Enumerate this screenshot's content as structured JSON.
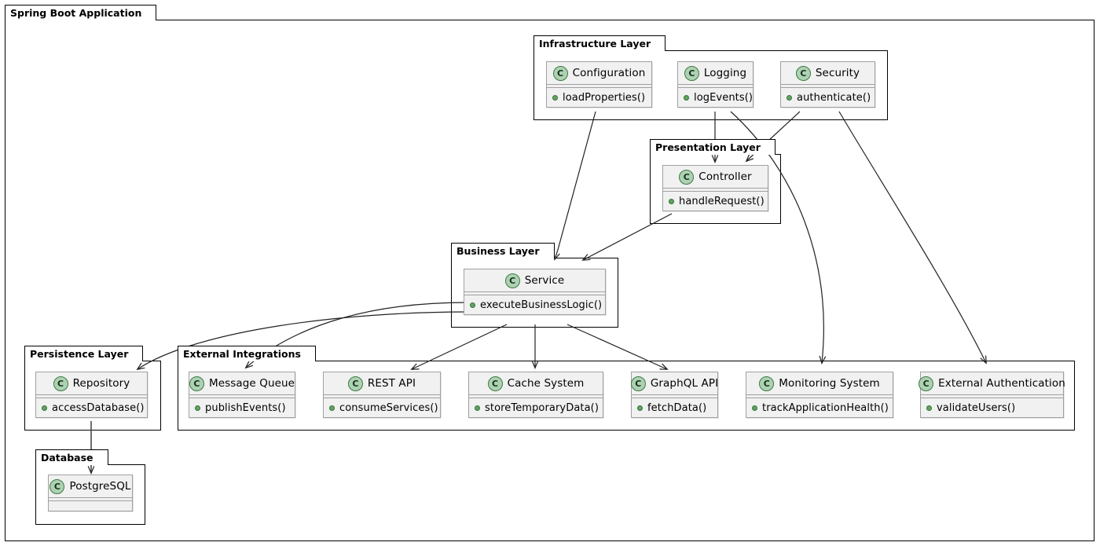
{
  "diagram": {
    "type": "uml-class-diagram",
    "title": "Spring Boot Application",
    "stereotype_letter": "C",
    "colors": {
      "class_fill": "#F1F1F1",
      "class_border": "#A0A0A0",
      "package_border": "#000000",
      "class_icon_fill": "#ADD1B2",
      "class_icon_border": "#3C7A41",
      "method_dot": "#5FA55F",
      "edge": "#222222",
      "background": "#FFFFFF"
    }
  },
  "packages": [
    {
      "id": "infrastructure",
      "label": "Infrastructure Layer",
      "classes": [
        {
          "id": "configuration",
          "name": "Configuration",
          "methods": [
            "loadProperties()"
          ]
        },
        {
          "id": "logging",
          "name": "Logging",
          "methods": [
            "logEvents()"
          ]
        },
        {
          "id": "security",
          "name": "Security",
          "methods": [
            "authenticate()"
          ]
        }
      ]
    },
    {
      "id": "presentation",
      "label": "Presentation Layer",
      "classes": [
        {
          "id": "controller",
          "name": "Controller",
          "methods": [
            "handleRequest()"
          ]
        }
      ]
    },
    {
      "id": "business",
      "label": "Business Layer",
      "classes": [
        {
          "id": "service",
          "name": "Service",
          "methods": [
            "executeBusinessLogic()"
          ]
        }
      ]
    },
    {
      "id": "persistence",
      "label": "Persistence Layer",
      "classes": [
        {
          "id": "repository",
          "name": "Repository",
          "methods": [
            "accessDatabase()"
          ]
        }
      ]
    },
    {
      "id": "database",
      "label": "Database",
      "classes": [
        {
          "id": "postgresql",
          "name": "PostgreSQL",
          "methods": []
        }
      ]
    },
    {
      "id": "external",
      "label": "External Integrations",
      "classes": [
        {
          "id": "message-queue",
          "name": "Message Queue",
          "methods": [
            "publishEvents()"
          ]
        },
        {
          "id": "rest-api",
          "name": "REST API",
          "methods": [
            "consumeServices()"
          ]
        },
        {
          "id": "cache-system",
          "name": "Cache System",
          "methods": [
            "storeTemporaryData()"
          ]
        },
        {
          "id": "graphql-api",
          "name": "GraphQL API",
          "methods": [
            "fetchData()"
          ]
        },
        {
          "id": "monitoring-system",
          "name": "Monitoring System",
          "methods": [
            "trackApplicationHealth()"
          ]
        },
        {
          "id": "external-authentication",
          "name": "External Authentication",
          "methods": [
            "validateUsers()"
          ]
        }
      ]
    }
  ],
  "edges": [
    {
      "from": "configuration",
      "to": "service"
    },
    {
      "from": "logging",
      "to": "controller"
    },
    {
      "from": "logging",
      "to": "monitoring-system"
    },
    {
      "from": "security",
      "to": "controller"
    },
    {
      "from": "security",
      "to": "external-authentication"
    },
    {
      "from": "controller",
      "to": "service"
    },
    {
      "from": "service",
      "to": "repository"
    },
    {
      "from": "service",
      "to": "message-queue"
    },
    {
      "from": "service",
      "to": "rest-api"
    },
    {
      "from": "service",
      "to": "cache-system"
    },
    {
      "from": "service",
      "to": "graphql-api"
    },
    {
      "from": "repository",
      "to": "postgresql"
    }
  ]
}
